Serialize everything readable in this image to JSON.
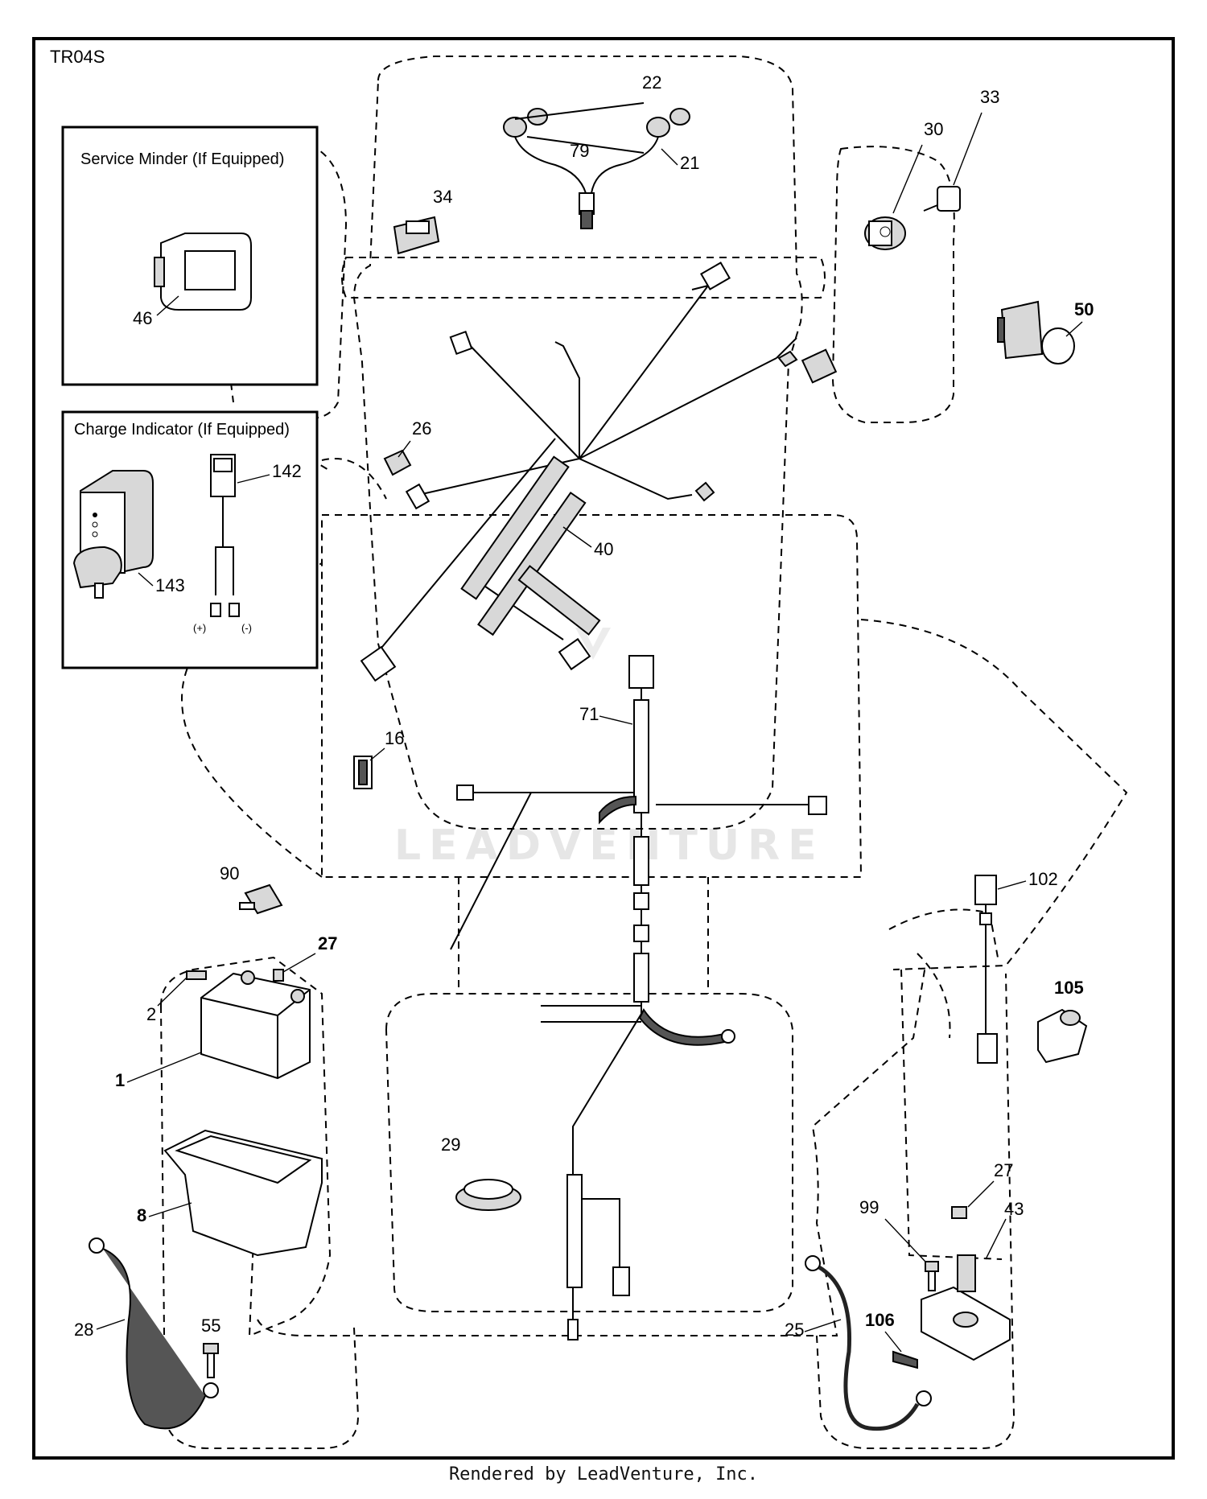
{
  "diagram_code": "TR04S",
  "boxes": {
    "service_minder_title": "Service Minder (If Equipped)",
    "charge_indicator_title": "Charge Indicator (If Equipped)",
    "polarity_plus": "(+)",
    "polarity_minus": "(-)"
  },
  "callouts": {
    "p1": "1",
    "p2": "2",
    "p8": "8",
    "p16": "16",
    "p21": "21",
    "p22": "22",
    "p25": "25",
    "p26": "26",
    "p27a": "27",
    "p27b": "27",
    "p28": "28",
    "p29": "29",
    "p30": "30",
    "p33": "33",
    "p34": "34",
    "p40": "40",
    "p43": "43",
    "p46": "46",
    "p50": "50",
    "p55": "55",
    "p71": "71",
    "p79": "79",
    "p90": "90",
    "p99": "99",
    "p102": "102",
    "p105": "105",
    "p106": "106",
    "p142": "142",
    "p143": "143"
  },
  "watermark": "LEADVENTURE",
  "footer": "Rendered by LeadVenture, Inc."
}
